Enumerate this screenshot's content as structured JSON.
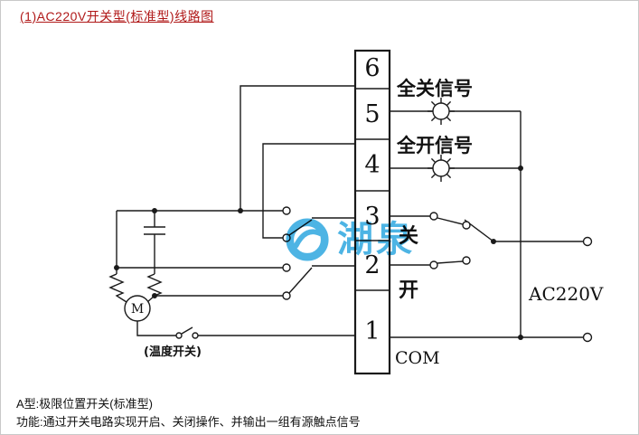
{
  "page": {
    "title": "(1)AC220V开关型(标准型)线路图",
    "footer_line1": "A型:极限位置开关(标准型)",
    "footer_line2": "功能:通过开关电路实现开启、关闭操作、并输出一组有源触点信号"
  },
  "diagram": {
    "terminal_numbers": [
      "6",
      "5",
      "4",
      "3",
      "2",
      "1"
    ],
    "labels": {
      "full_close_signal": "全关信号",
      "full_open_signal": "全开信号",
      "close": "关",
      "open": "开",
      "power": "AC220V",
      "com": "COM",
      "temperature_switch": "(温度开关)",
      "motor": "M"
    },
    "watermark_text": "湖泉",
    "colors": {
      "title_red": "#b01818",
      "line": "#1a1a1a",
      "watermark_blue": "#2ea7e0"
    }
  }
}
